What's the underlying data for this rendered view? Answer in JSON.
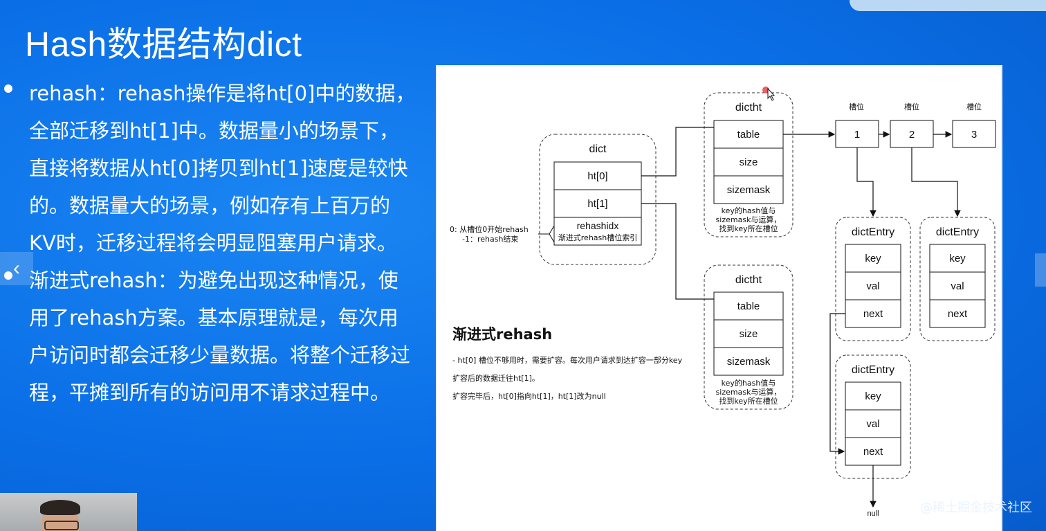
{
  "slide": {
    "title": "Hash数据结构dict",
    "bullets": [
      {
        "text": "rehash：rehash操作是将ht[0]中的数据，全部迁移到ht[1]中。数据量小的场景下，直接将数据从ht[0]拷贝到ht[1]速度是较快的。数据量大的场景，例如存有上百万的KV时，迁移过程将会明显阻塞用户请求。"
      },
      {
        "text": "渐进式rehash：为避免出现这种情况，使用了rehash方案。基本原理就是，每次用户访问时都会迁移少量数据。将整个迁移过程，平摊到所有的访问用不请求过程中。"
      }
    ]
  },
  "navigation": {
    "prev_icon": "chevron-left-icon"
  },
  "watermark": "@稀土掘金技术社区",
  "diagram": {
    "dict": {
      "title": "dict",
      "fields": [
        "ht[0]",
        "ht[1]",
        "rehashidx"
      ],
      "rehashidx_note": "渐进式rehash槽位索引"
    },
    "rehashidx_legend": [
      "0: 从槽位0开始rehash",
      "-1：rehash结束"
    ],
    "dictht": {
      "title": "dictht",
      "fields": [
        "table",
        "size",
        "sizemask"
      ],
      "note": [
        "key的hash值与",
        "sizemask与运算，",
        "找到key所在槽位"
      ]
    },
    "slots": {
      "label": "槽位",
      "values": [
        "1",
        "2",
        "3"
      ]
    },
    "dictEntry": {
      "title": "dictEntry",
      "fields": [
        "key",
        "val",
        "next"
      ]
    },
    "null_label": "null",
    "rehash_section": {
      "heading": "渐进式rehash",
      "lines": [
        "- ht[0] 槽位不够用时，需要扩容。每次用户请求到达扩容一部分key",
        "扩容后的数据迁往ht[1]。",
        "扩容完毕后，ht[0]指向ht[1]，ht[1]改为null"
      ]
    }
  }
}
